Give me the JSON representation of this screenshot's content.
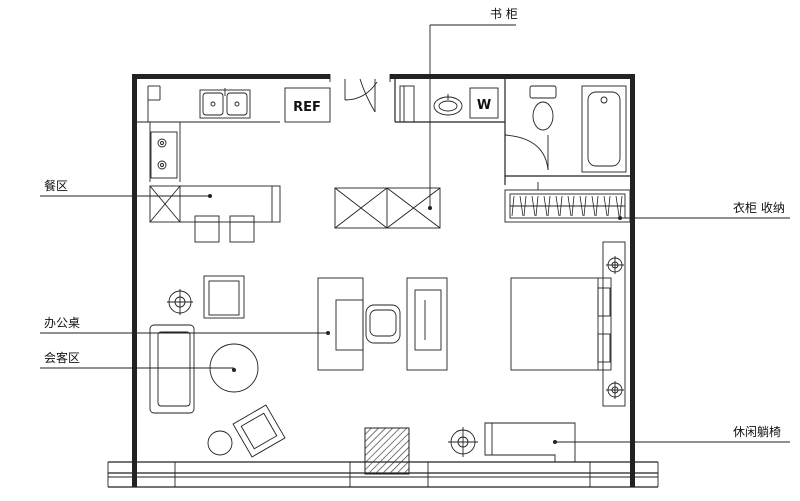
{
  "labels": {
    "bookcase": "书 柜",
    "dining": "餐区",
    "wardrobe": "衣柜 收纳",
    "desk": "办公桌",
    "living": "会客区",
    "lounge": "休闲躺椅"
  },
  "appliances": {
    "refrigerator": "REF",
    "washer": "W"
  }
}
